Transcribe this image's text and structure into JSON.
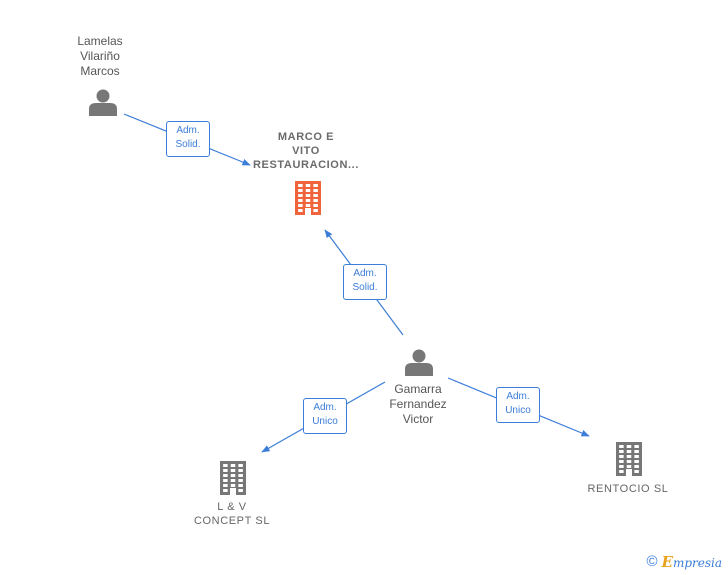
{
  "nodes": {
    "lamelas": {
      "lines": [
        "Lamelas",
        "Vilariño",
        "Marcos"
      ],
      "type": "person"
    },
    "marco": {
      "lines": [
        "MARCO E",
        "VITO",
        "RESTAURACION..."
      ],
      "type": "company",
      "highlight": true
    },
    "gamarra": {
      "lines": [
        "Gamarra",
        "Fernandez",
        "Victor"
      ],
      "type": "person"
    },
    "lv": {
      "lines": [
        "L & V",
        "CONCEPT SL"
      ],
      "type": "company"
    },
    "rentocio": {
      "lines": [
        "RENTOCIO  SL"
      ],
      "type": "company"
    }
  },
  "edges": [
    {
      "from": "lamelas",
      "to": "marco",
      "lines": [
        "Adm.",
        "Solid."
      ]
    },
    {
      "from": "gamarra",
      "to": "marco",
      "lines": [
        "Adm.",
        "Solid."
      ]
    },
    {
      "from": "gamarra",
      "to": "lv",
      "lines": [
        "Adm.",
        "Unico"
      ]
    },
    {
      "from": "gamarra",
      "to": "rentocio",
      "lines": [
        "Adm.",
        "Unico"
      ]
    }
  ],
  "icons": {
    "person": "person-icon",
    "company": "building-icon"
  },
  "colors": {
    "edge": "#3b7dd8",
    "person_icon": "#777777",
    "company_icon": "#777777",
    "highlight_company_icon": "#f0643c",
    "label_text": "#555555"
  },
  "footer": {
    "copyright": "©",
    "brand_first": "E",
    "brand_rest": "mpresia"
  }
}
